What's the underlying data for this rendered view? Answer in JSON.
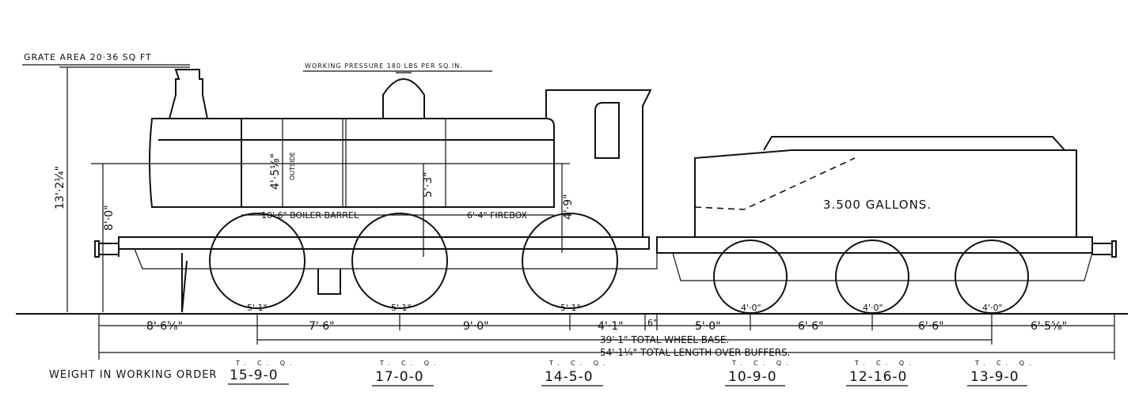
{
  "annotations": {
    "grate_area": "GRATE AREA 20·36 SQ FT",
    "working_pressure": "WORKING PRESSURE 180 LBS PER SQ.IN.",
    "tank_capacity": "3.500 GALLONS.",
    "total_height": "13'·2¼\"",
    "boiler_centre_height": "8'·0\"",
    "boiler_diameter": "4'·5⅛\"",
    "boiler_diameter_note": "OUTSIDE",
    "firebox_depth_front": "5'·3\"",
    "firebox_depth_rear": "4'·9\"",
    "boiler_barrel": "10'·6\" BOILER BARREL",
    "firebox": "6'·4\" FIREBOX"
  },
  "wheel_diameters": {
    "engine": [
      "5'·1\"",
      "5'·1\"",
      "5'·1\""
    ],
    "tender": [
      "4'·0\"",
      "4'·0\"",
      "4'·0\""
    ]
  },
  "dimensions": {
    "spacings": [
      "8'·6⅝\"",
      "7'·6\"",
      "9'·0\"",
      "4'·1\"",
      "6\"",
      "5'·0\"",
      "6'·6\"",
      "6'·6\"",
      "6'·5⅝\""
    ],
    "total_wheelbase": "39'·1\" TOTAL WHEEL BASE.",
    "total_length": "54'·1¼\" TOTAL LENGTH OVER BUFFERS."
  },
  "weights": {
    "title": "WEIGHT IN WORKING ORDER",
    "units_header": "T. C. Q.",
    "axles": [
      "15-9-0",
      "17-0-0",
      "14-5-0",
      "10-9-0",
      "12-16-0",
      "13-9-0"
    ]
  }
}
